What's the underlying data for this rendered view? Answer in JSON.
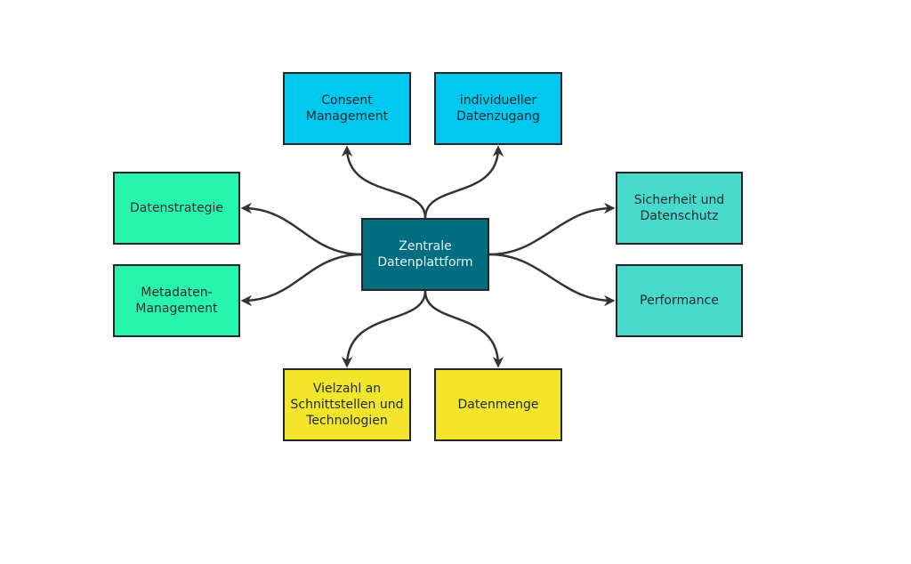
{
  "diagram": {
    "type": "mind-map",
    "center": {
      "id": "center",
      "label": "Zentrale\nDatenplattform",
      "color": "#006d80",
      "text_color": "#e8f6f8"
    },
    "nodes": [
      {
        "id": "consent",
        "label": "Consent\nManagement",
        "color": "#00c8ee",
        "group": "top"
      },
      {
        "id": "datenzugang",
        "label": "individueller\nDatenzugang",
        "color": "#00c8ee",
        "group": "top"
      },
      {
        "id": "datenstrategie",
        "label": "Datenstrategie",
        "color": "#27f5ad",
        "group": "left"
      },
      {
        "id": "metadaten",
        "label": "Metadaten-\nManagement",
        "color": "#27f5ad",
        "group": "left"
      },
      {
        "id": "sicherheit",
        "label": "Sicherheit und\nDatenschutz",
        "color": "#47dacb",
        "group": "right"
      },
      {
        "id": "performance",
        "label": "Performance",
        "color": "#47dacb",
        "group": "right"
      },
      {
        "id": "schnittstellen",
        "label": "Vielzahl an\nSchnittstellen und\nTechnologien",
        "color": "#f3e62a",
        "group": "bottom"
      },
      {
        "id": "datenmenge",
        "label": "Datenmenge",
        "color": "#f3e62a",
        "group": "bottom"
      }
    ],
    "edges": [
      {
        "from": "center",
        "to": "consent"
      },
      {
        "from": "center",
        "to": "datenzugang"
      },
      {
        "from": "center",
        "to": "datenstrategie"
      },
      {
        "from": "center",
        "to": "metadaten"
      },
      {
        "from": "center",
        "to": "sicherheit"
      },
      {
        "from": "center",
        "to": "performance"
      },
      {
        "from": "center",
        "to": "schnittstellen"
      },
      {
        "from": "center",
        "to": "datenmenge"
      }
    ],
    "edge_color": "#333333",
    "border_color": "#262626"
  }
}
